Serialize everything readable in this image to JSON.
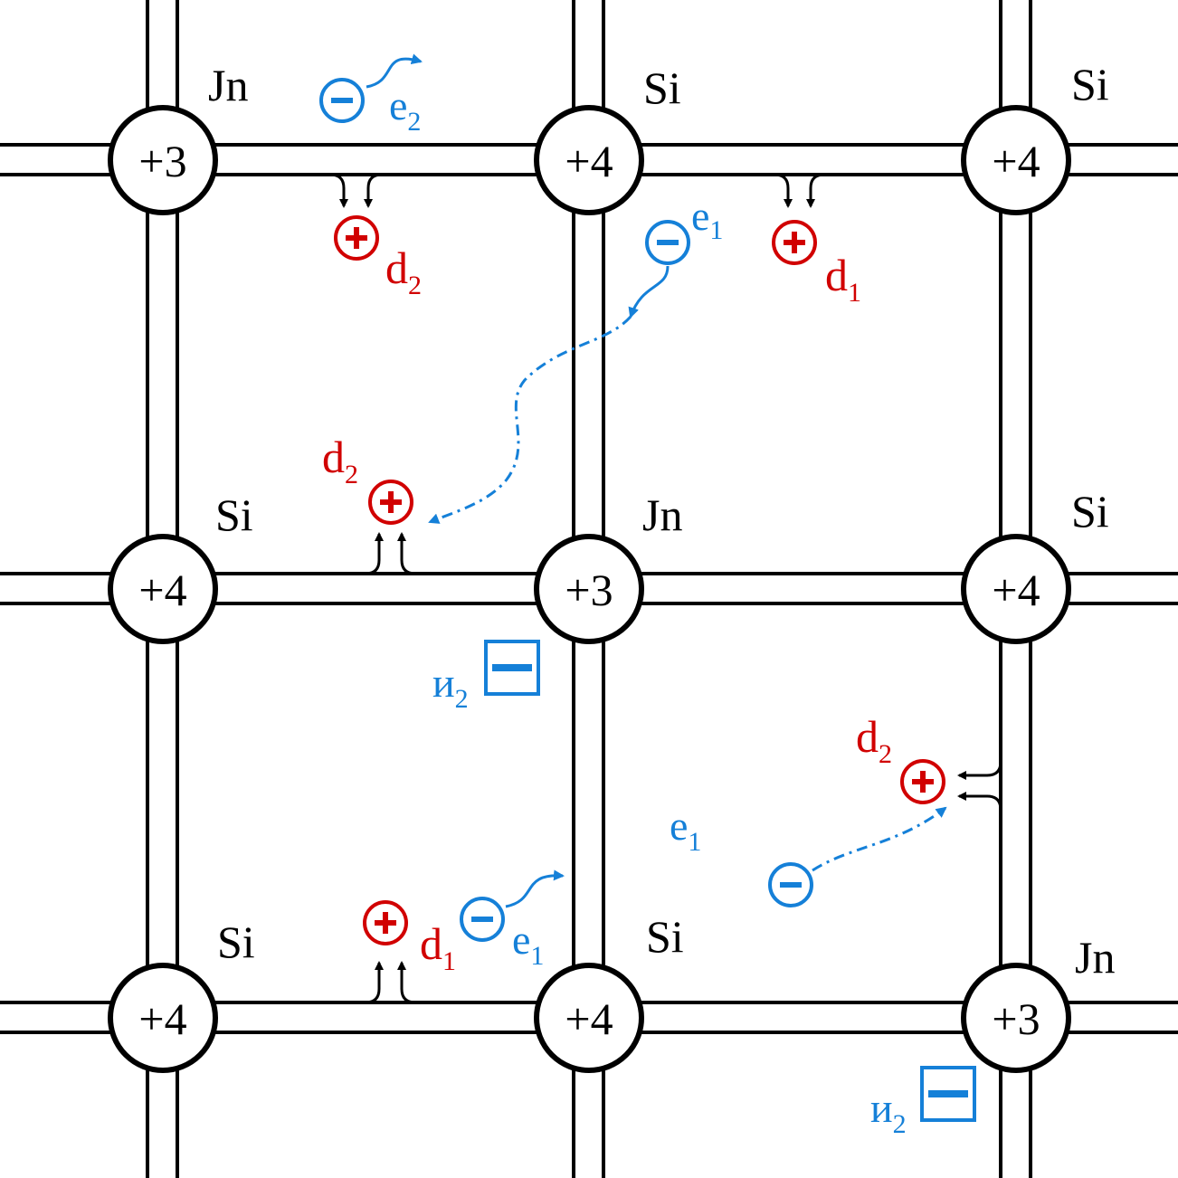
{
  "atoms": [
    {
      "charge": "+3",
      "element": "Jn"
    },
    {
      "charge": "+4",
      "element": "Si"
    },
    {
      "charge": "+4",
      "element": "Si"
    },
    {
      "charge": "+4",
      "element": "Si"
    },
    {
      "charge": "+3",
      "element": "Jn"
    },
    {
      "charge": "+4",
      "element": "Si"
    },
    {
      "charge": "+4",
      "element": "Si"
    },
    {
      "charge": "+4",
      "element": "Si"
    },
    {
      "charge": "+3",
      "element": "Jn"
    }
  ],
  "holes": [
    {
      "letter": "d",
      "sub": "2"
    },
    {
      "letter": "d",
      "sub": "1"
    },
    {
      "letter": "d",
      "sub": "2"
    },
    {
      "letter": "d",
      "sub": "2"
    },
    {
      "letter": "d",
      "sub": "1"
    }
  ],
  "electrons": [
    {
      "letter": "e",
      "sub": "2"
    },
    {
      "letter": "e",
      "sub": "1"
    },
    {
      "letter": "e",
      "sub": "1"
    }
  ],
  "floating_electron_label": {
    "letter": "e",
    "sub": "1"
  },
  "ions": [
    {
      "letter": "и",
      "sub": "2"
    },
    {
      "letter": "и",
      "sub": "2"
    }
  ],
  "colors": {
    "hole": "#d10000",
    "electron": "#1580d8",
    "bond": "#000000"
  }
}
